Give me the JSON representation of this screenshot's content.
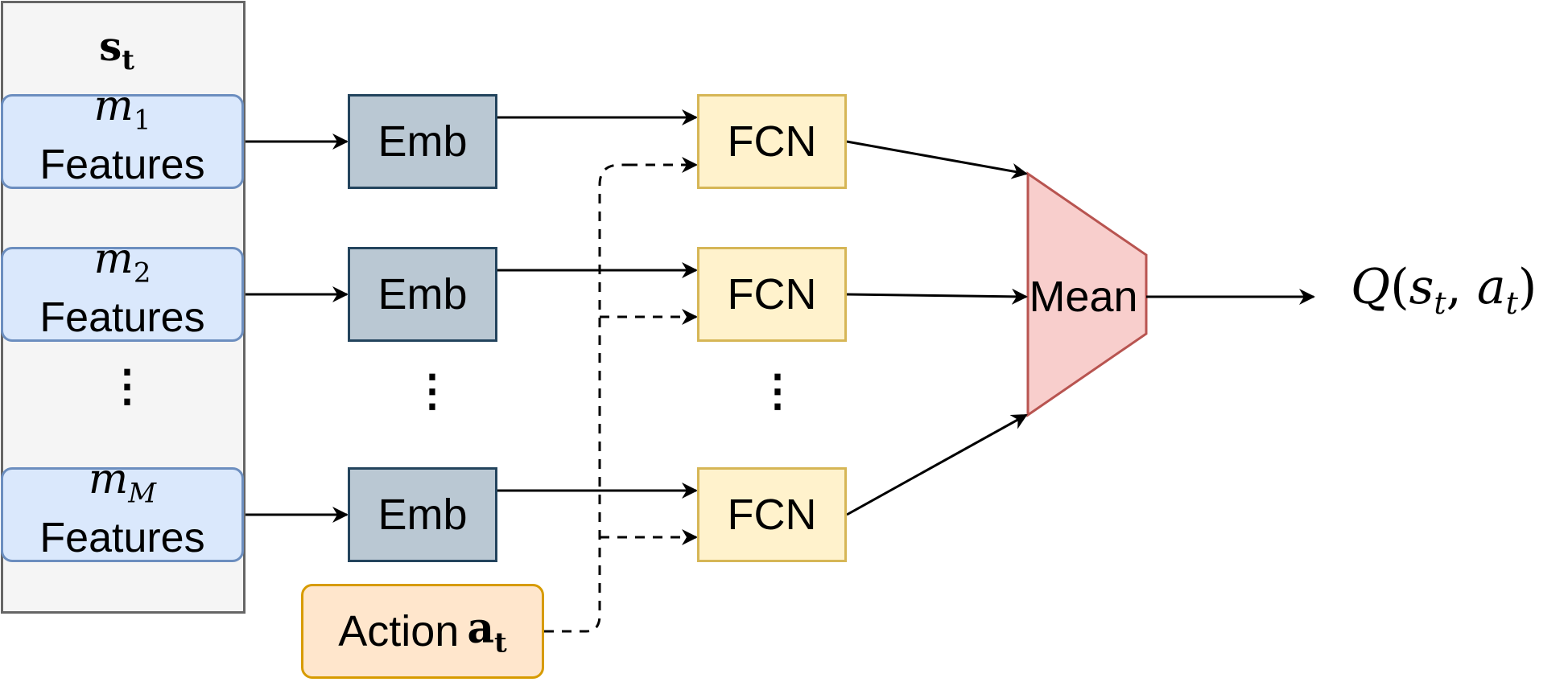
{
  "diagram": {
    "state": {
      "symbol": "s",
      "subscript": "t"
    },
    "features": [
      {
        "symbol": "m",
        "subscript": "1",
        "label": "Features"
      },
      {
        "symbol": "m",
        "subscript": "2",
        "label": "Features"
      },
      {
        "symbol": "m",
        "subscript": "M",
        "label": "Features"
      }
    ],
    "emb_label": "Emb",
    "fcn_label": "FCN",
    "action": {
      "label": "Action",
      "symbol": "a",
      "subscript": "t"
    },
    "mean_label": "Mean",
    "output": {
      "fn": "Q",
      "open": "(",
      "s": "s",
      "s_sub": "t",
      "comma": ", ",
      "a": "a",
      "a_sub": "t",
      "close": ")"
    },
    "ellipsis": "⋮",
    "colors": {
      "state_fill": "#f5f5f5",
      "state_stroke": "#666666",
      "feature_fill": "#dae8fc",
      "feature_stroke": "#6c8ebf",
      "emb_fill": "#bac8d3",
      "emb_stroke": "#23445d",
      "fcn_fill": "#fff2cc",
      "fcn_stroke": "#d6b656",
      "action_fill": "#ffe6cc",
      "action_stroke": "#d79b00",
      "mean_fill": "#f8cecc",
      "mean_stroke": "#b85450"
    }
  }
}
